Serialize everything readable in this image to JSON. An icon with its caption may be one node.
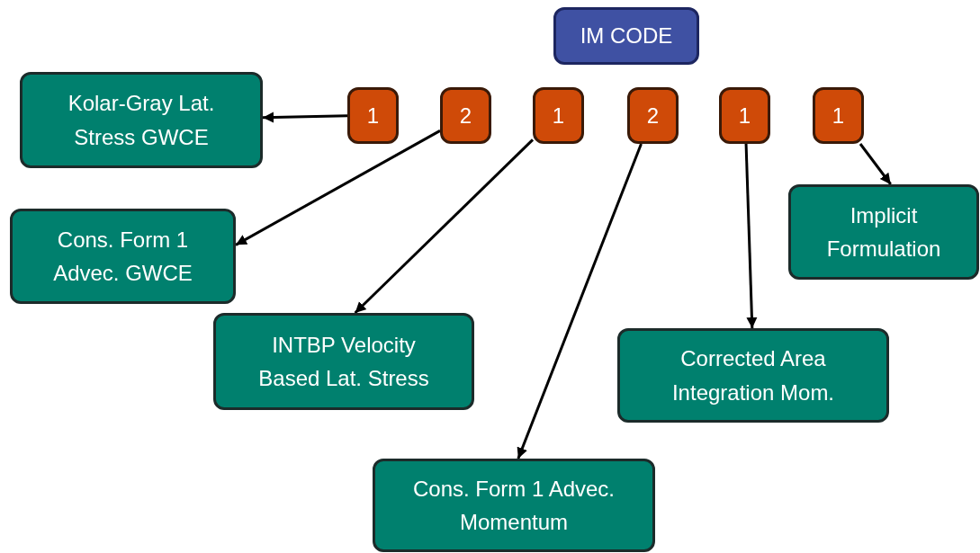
{
  "diagram": {
    "nodes": [
      {
        "text": [
          "IM CODE"
        ]
      },
      {
        "text": [
          "1"
        ]
      },
      {
        "text": [
          "2"
        ]
      },
      {
        "text": [
          "1"
        ]
      },
      {
        "text": [
          "2"
        ]
      },
      {
        "text": [
          "1"
        ]
      },
      {
        "text": [
          "1"
        ]
      },
      {
        "text": [
          "Kolar-Gray Lat. Stress GWCE"
        ]
      },
      {
        "text": [
          "Cons. Form 1 Advec. GWCE"
        ]
      },
      {
        "text": [
          "Implicit Formulation"
        ]
      },
      {
        "text": [
          "INTBP Velocity Based Lat. Stress"
        ]
      },
      {
        "text": [
          "Corrected Area Integration Mom."
        ]
      },
      {
        "text": [
          "Cons. Form 1 Advec. Momentum"
        ]
      }
    ],
    "edges": [
      {
        "from": 1,
        "to": 7,
        "arrow": "to"
      },
      {
        "from": 2,
        "to": 8,
        "arrow": "to"
      },
      {
        "from": 3,
        "to": 10,
        "arrow": "to"
      },
      {
        "from": 4,
        "to": 12,
        "arrow": "to"
      },
      {
        "from": 5,
        "to": 11,
        "arrow": "to"
      },
      {
        "from": 6,
        "to": 9,
        "arrow": "to"
      }
    ]
  }
}
